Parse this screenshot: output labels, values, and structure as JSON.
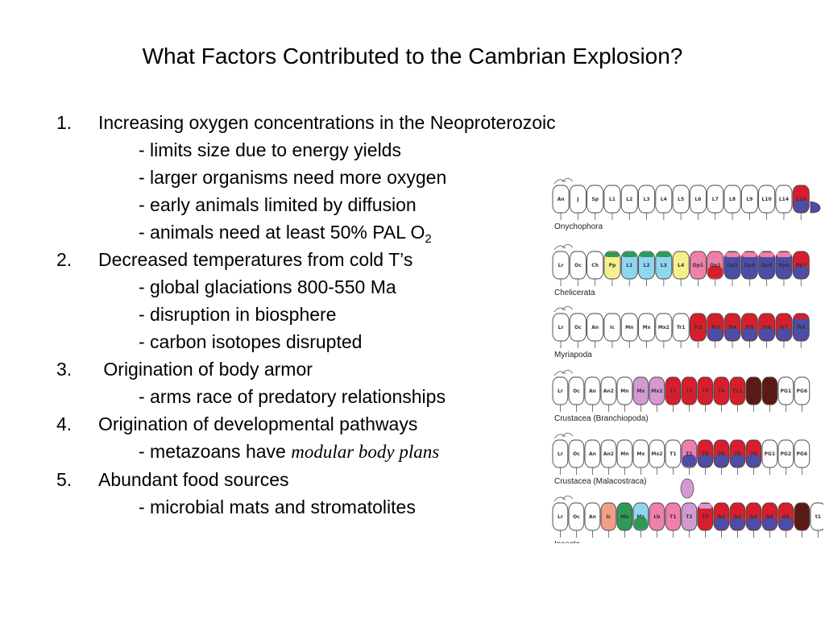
{
  "title": "What Factors Contributed to the Cambrian Explosion?",
  "factors": [
    {
      "number": "1.",
      "text": "Increasing oxygen concentrations in the Neoproterozoic",
      "subs": [
        "- limits size due to energy yields",
        "- larger organisms need more oxygen",
        "- early animals limited by diffusion"
      ],
      "pal_prefix": "- animals need at least 50% PAL O",
      "pal_sub": "2"
    },
    {
      "number": "2.",
      "text": "Decreased temperatures from cold T’s",
      "subs": [
        "- global glaciations 800-550 Ma",
        "- disruption in biosphere",
        "- carbon isotopes disrupted"
      ]
    },
    {
      "number": "3.",
      "text": " Origination of body armor",
      "subs": [
        "- arms race of predatory relationships"
      ]
    },
    {
      "number": "4.",
      "text": "Origination of developmental pathways",
      "sub_prefix": "- metazoans have ",
      "sub_italic": "modular body plans"
    },
    {
      "number": "5.",
      "text": "Abundant food sources",
      "subs": [
        "- microbial mats and stromatolites"
      ]
    }
  ],
  "diagram": {
    "colors": {
      "red": "#d81e2c",
      "blue": "#4b4da6",
      "pink": "#ef7fab",
      "lilac": "#d39ad2",
      "green": "#2f9a55",
      "lightblue": "#8fd6f0",
      "yellow": "#f5f08c",
      "darkbrown": "#5e1a12",
      "salmon": "#f0a08a",
      "white": "#ffffff"
    },
    "rows": [
      {
        "name": "Onychophora",
        "segments": [
          {
            "label": "An",
            "fill": "white"
          },
          {
            "label": "J",
            "fill": "white"
          },
          {
            "label": "Sp",
            "fill": "white"
          },
          {
            "label": "L1",
            "fill": "white"
          },
          {
            "label": "L2",
            "fill": "white"
          },
          {
            "label": "L3",
            "fill": "white"
          },
          {
            "label": "L4",
            "fill": "white"
          },
          {
            "label": "L5",
            "fill": "white"
          },
          {
            "label": "L6",
            "fill": "white"
          },
          {
            "label": "L7",
            "fill": "white"
          },
          {
            "label": "L8",
            "fill": "white"
          },
          {
            "label": "L9",
            "fill": "white"
          },
          {
            "label": "L10",
            "fill": "white"
          },
          {
            "label": "L14",
            "fill": "white"
          },
          {
            "label": "L15",
            "fill": "red",
            "bottom": "blue"
          }
        ]
      },
      {
        "name": "Chelicerata",
        "segments": [
          {
            "label": "Lr",
            "fill": "white"
          },
          {
            "label": "Oc",
            "fill": "white"
          },
          {
            "label": "Ch",
            "fill": "white"
          },
          {
            "label": "Pp",
            "fill": "yellow",
            "top": "green"
          },
          {
            "label": "L1",
            "fill": "lightblue",
            "top": "green"
          },
          {
            "label": "L2",
            "fill": "lightblue",
            "top": "green"
          },
          {
            "label": "L3",
            "fill": "lightblue",
            "top": "green"
          },
          {
            "label": "L4",
            "fill": "yellow"
          },
          {
            "label": "Op1",
            "fill": "pink"
          },
          {
            "label": "Op2",
            "fill": "pink",
            "bottom": "red"
          },
          {
            "label": "Op3",
            "fill": "blue",
            "top": "pink"
          },
          {
            "label": "Op4",
            "fill": "blue",
            "top": "pink"
          },
          {
            "label": "Op5",
            "fill": "blue",
            "top": "pink"
          },
          {
            "label": "Op6",
            "fill": "blue",
            "top": "pink"
          },
          {
            "label": "Op7",
            "fill": "red",
            "bottom": "blue"
          }
        ]
      },
      {
        "name": "Myriapoda",
        "segments": [
          {
            "label": "Lr",
            "fill": "white"
          },
          {
            "label": "Oc",
            "fill": "white"
          },
          {
            "label": "An",
            "fill": "white"
          },
          {
            "label": "Ic",
            "fill": "white"
          },
          {
            "label": "Mn",
            "fill": "white"
          },
          {
            "label": "Mx",
            "fill": "white"
          },
          {
            "label": "Mx2",
            "fill": "white"
          },
          {
            "label": "Tr1",
            "fill": "white"
          },
          {
            "label": "Tr2",
            "fill": "red"
          },
          {
            "label": "Tr3",
            "fill": "red",
            "bottom": "blue"
          },
          {
            "label": "Tr4",
            "fill": "red",
            "bottom": "blue"
          },
          {
            "label": "Tr5",
            "fill": "red",
            "bottom": "blue"
          },
          {
            "label": "Tr6",
            "fill": "red",
            "bottom": "blue"
          },
          {
            "label": "Tr7",
            "fill": "red",
            "bottom": "blue"
          },
          {
            "label": "Tr8",
            "fill": "blue",
            "top": "red"
          }
        ]
      },
      {
        "name": "Crustacea (Branchiopoda)",
        "segments": [
          {
            "label": "Lr",
            "fill": "white"
          },
          {
            "label": "Oc",
            "fill": "white"
          },
          {
            "label": "An",
            "fill": "white"
          },
          {
            "label": "An2",
            "fill": "white"
          },
          {
            "label": "Mn",
            "fill": "white"
          },
          {
            "label": "Mx",
            "fill": "lilac"
          },
          {
            "label": "Mx2",
            "fill": "lilac"
          },
          {
            "label": "T1",
            "fill": "red"
          },
          {
            "label": "T2",
            "fill": "red"
          },
          {
            "label": "T3",
            "fill": "red"
          },
          {
            "label": "T4",
            "fill": "red"
          },
          {
            "label": "T11",
            "fill": "red"
          },
          {
            "label": "G1",
            "fill": "darkbrown"
          },
          {
            "label": "G2",
            "fill": "darkbrown"
          },
          {
            "label": "PG1",
            "fill": "white"
          },
          {
            "label": "PG6",
            "fill": "white"
          }
        ]
      },
      {
        "name": "Crustacea (Malacostraca)",
        "segments": [
          {
            "label": "Lr",
            "fill": "white"
          },
          {
            "label": "Oc",
            "fill": "white"
          },
          {
            "label": "An",
            "fill": "white"
          },
          {
            "label": "An2",
            "fill": "white"
          },
          {
            "label": "Mn",
            "fill": "white"
          },
          {
            "label": "Mx",
            "fill": "white"
          },
          {
            "label": "Mx2",
            "fill": "white"
          },
          {
            "label": "T1",
            "fill": "white"
          },
          {
            "label": "T2",
            "fill": "pink",
            "bottom": "blue"
          },
          {
            "label": "T3",
            "fill": "red",
            "bottom": "blue"
          },
          {
            "label": "T4",
            "fill": "red",
            "bottom": "blue"
          },
          {
            "label": "T5",
            "fill": "red",
            "bottom": "blue"
          },
          {
            "label": "T8",
            "fill": "red",
            "bottom": "blue"
          },
          {
            "label": "PG1",
            "fill": "white"
          },
          {
            "label": "PG2",
            "fill": "white"
          },
          {
            "label": "PG6",
            "fill": "white"
          }
        ]
      },
      {
        "name": "Insecta",
        "segments": [
          {
            "label": "Lr",
            "fill": "white"
          },
          {
            "label": "Oc",
            "fill": "white"
          },
          {
            "label": "An",
            "fill": "white"
          },
          {
            "label": "Ic",
            "fill": "salmon"
          },
          {
            "label": "Mn",
            "fill": "green"
          },
          {
            "label": "Mx",
            "fill": "lightblue",
            "bottom": "green"
          },
          {
            "label": "Lb",
            "fill": "pink"
          },
          {
            "label": "T1",
            "fill": "pink"
          },
          {
            "label": "T2",
            "fill": "lilac"
          },
          {
            "label": "T3",
            "fill": "red",
            "top": "lilac"
          },
          {
            "label": "A1",
            "fill": "red",
            "bottom": "blue"
          },
          {
            "label": "A2",
            "fill": "red",
            "bottom": "blue"
          },
          {
            "label": "A3",
            "fill": "red",
            "bottom": "blue"
          },
          {
            "label": "A4",
            "fill": "red",
            "bottom": "blue"
          },
          {
            "label": "A5",
            "fill": "red",
            "bottom": "blue"
          },
          {
            "label": "A8",
            "fill": "darkbrown"
          },
          {
            "label": "t1",
            "fill": "white"
          }
        ]
      }
    ]
  }
}
